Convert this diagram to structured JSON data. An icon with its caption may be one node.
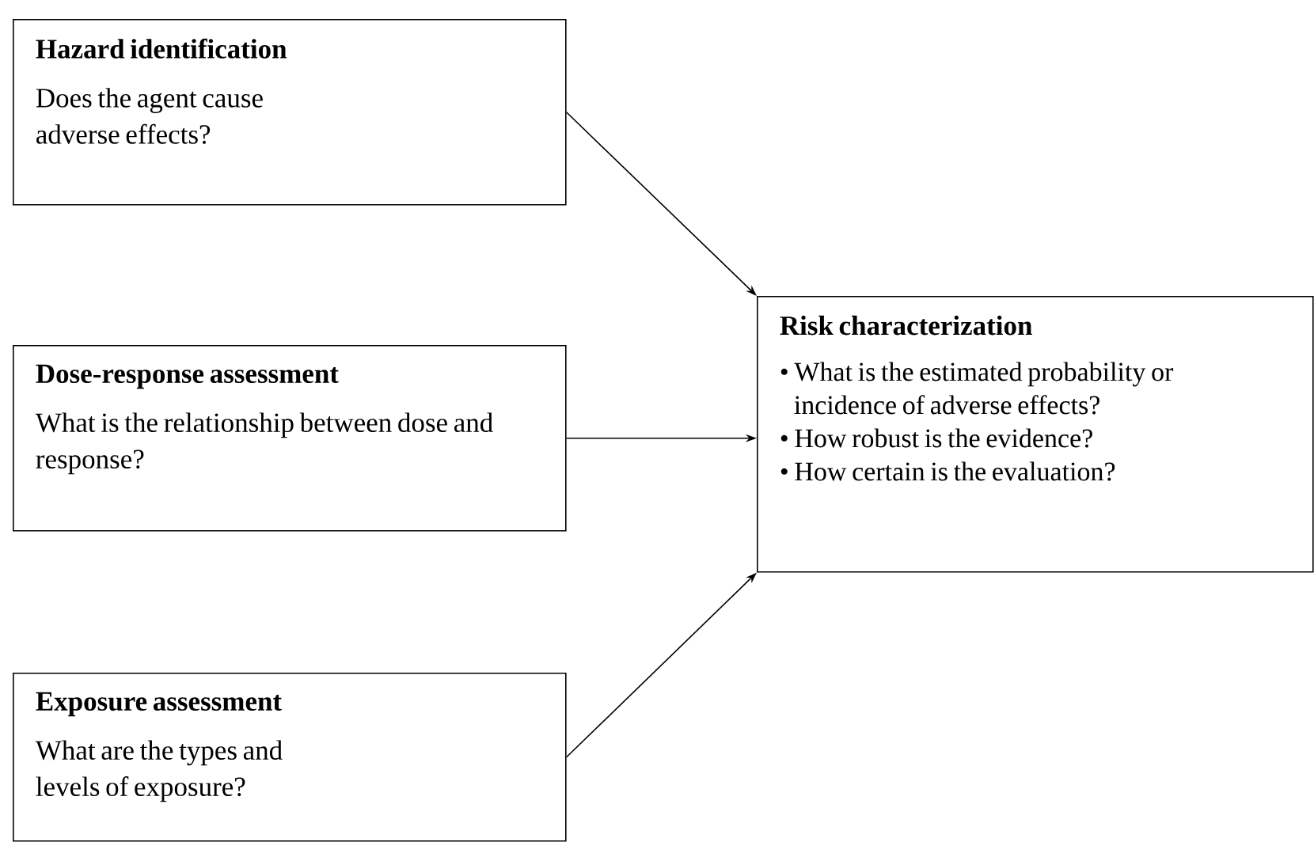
{
  "diagram": {
    "nodes": [
      {
        "text": [
          "Hazard identification",
          "Does the agent cause adverse effects?"
        ]
      },
      {
        "text": [
          "Dose-response assessment",
          "What is the relationship between dose and response?"
        ]
      },
      {
        "text": [
          "Exposure assessment",
          "What are the types and levels of exposure?"
        ]
      },
      {
        "text": [
          "Risk characterization",
          "• What is the estimated probability or incidence of adverse effects?",
          "• How robust is the evidence?",
          "• How certain is the evaluation?"
        ]
      }
    ],
    "edges": [
      {
        "from": 0,
        "to": 3,
        "arrow": "to"
      },
      {
        "from": 1,
        "to": 3,
        "arrow": "to"
      },
      {
        "from": 2,
        "to": 3,
        "arrow": "to"
      }
    ]
  }
}
